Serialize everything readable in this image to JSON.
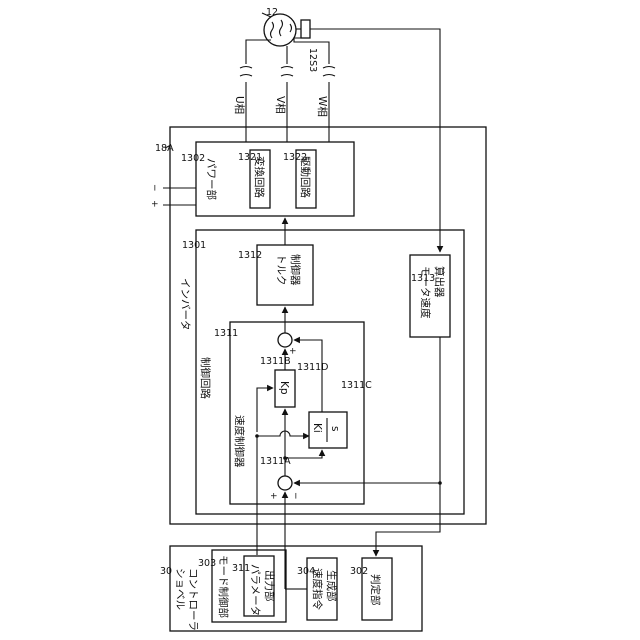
{
  "refs": {
    "motor": "12",
    "sensor": "12S3",
    "inverter": "18A",
    "power_unit": "1302",
    "conversion": "1321",
    "drive": "1322",
    "control_circuit": "1301",
    "torque_ctrl": "1312",
    "speed_calc": "1313",
    "speed_ctrl": "1311",
    "kp": "1311B",
    "ki": "1311C",
    "sum_pi": "1311D",
    "sum_err": "1311A",
    "shovel_ctrl": "30",
    "mode_ctrl": "303",
    "param_out": "311",
    "speed_cmd": "304",
    "judge": "302"
  },
  "labels": {
    "u_phase": "U相",
    "v_phase": "V相",
    "w_phase": "W相",
    "inverter": "インバータ",
    "power_unit": "パワー部",
    "conversion": "変換回路",
    "drive": "駆動回路",
    "control_circuit": "制御回路",
    "torque_ctrl_1": "トルク",
    "torque_ctrl_2": "制御器",
    "speed_calc_1": "モータ速度",
    "speed_calc_2": "算出器",
    "speed_ctrl": "速度制御器",
    "kp": "Kp",
    "ki_num": "Ki",
    "ki_den": "s",
    "shovel_ctrl_1": "ショベル",
    "shovel_ctrl_2": "コントローラ",
    "mode_ctrl": "モード制御部",
    "param_out_1": "パラメータ",
    "param_out_2": "出力部",
    "speed_cmd_1": "速度指令",
    "speed_cmd_2": "生成部",
    "judge": "判定部",
    "dc_plus": "+",
    "dc_minus": "−",
    "sign_plus": "+",
    "sign_minus": "−"
  }
}
